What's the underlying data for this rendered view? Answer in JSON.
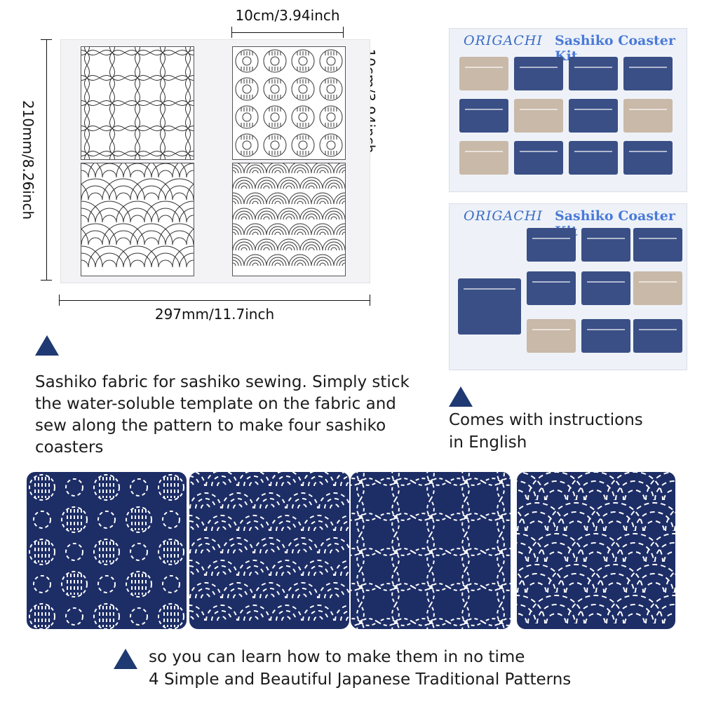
{
  "dimensions": {
    "template_width_top": "10cm/3.94inch",
    "template_height_right": "10cm/3.94inch",
    "sheet_height": "210mm/8.26inch",
    "sheet_width": "297mm/11.7inch"
  },
  "instructions": {
    "logo": "ORIGACHI",
    "kit_title": "Sashiko Coaster Kit"
  },
  "captions": {
    "fabric": "Sashiko fabric for sashiko sewing. Simply stick the water-soluble template on the fabric and sew along the pattern to make four sashiko coasters",
    "instructions_line1": "Comes with instructions",
    "instructions_line2": "in English",
    "bottom_line1": "so you can learn how to make them in no time",
    "bottom_line2": "4 Simple and Beautiful Japanese Traditional Patterns"
  },
  "colors": {
    "indigo": "#1d2d66",
    "accent_triangle": "#1f3a72",
    "stitch": "#ffffff"
  }
}
